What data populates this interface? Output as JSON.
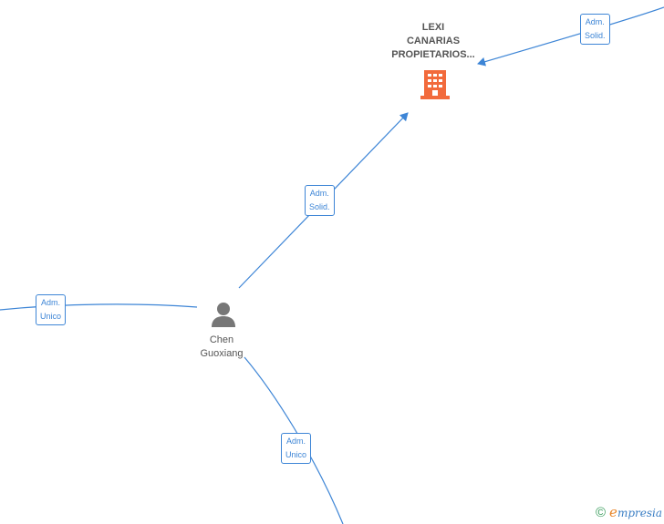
{
  "company": {
    "line1": "LEXI",
    "line2": "CANARIAS",
    "line3": "PROPIETARIOS...",
    "icon": "building-icon",
    "color": "#f26a3c"
  },
  "person": {
    "first": "Chen",
    "last": "Guoxiang",
    "icon": "person-icon",
    "color": "#777777"
  },
  "edges": [
    {
      "id": "to-company-from-right",
      "line1": "Adm.",
      "line2": "Solid."
    },
    {
      "id": "person-to-company",
      "line1": "Adm.",
      "line2": "Solid."
    },
    {
      "id": "person-left",
      "line1": "Adm.",
      "line2": "Unico"
    },
    {
      "id": "person-bottom",
      "line1": "Adm.",
      "line2": "Unico"
    }
  ],
  "edge_color": "#3d85d6",
  "brand": {
    "copyright": "©",
    "name_initial": "e",
    "name_rest": "mpresia"
  }
}
